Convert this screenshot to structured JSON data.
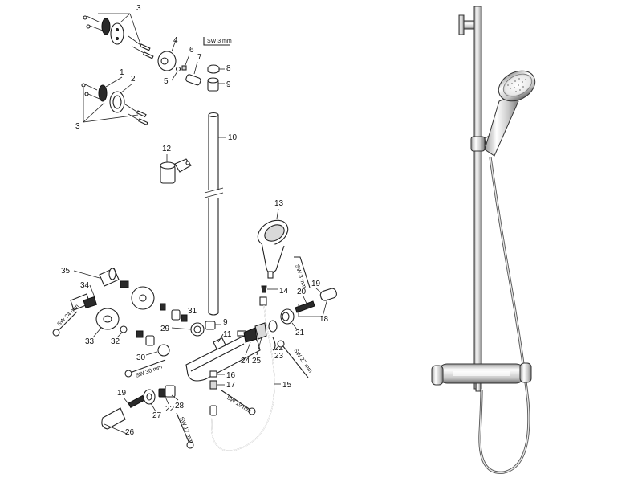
{
  "labels": {
    "l1": "1",
    "l2": "2",
    "l3a": "3",
    "l3b": "3",
    "l4": "4",
    "l5": "5",
    "l6": "6",
    "l7": "7",
    "l8": "8",
    "l9a": "9",
    "l9b": "9",
    "l10": "10",
    "l11": "11",
    "l12": "12",
    "l13": "13",
    "l14": "14",
    "l15": "15",
    "l16": "16",
    "l17": "17",
    "l18": "18",
    "l19a": "19",
    "l19b": "19",
    "l20": "20",
    "l21": "21",
    "l22": "22",
    "l23": "23",
    "l24": "24",
    "l25": "25",
    "l26": "26",
    "l27": "27",
    "l28": "28",
    "l29": "29",
    "l30": "30",
    "l31": "31",
    "l32": "32",
    "l33": "33",
    "l34": "34",
    "l35": "35"
  },
  "wrench_labels": {
    "sw3a": "SW 3 mm",
    "sw3b": "SW 3 mm",
    "sw24": "SW 24 mm",
    "sw30": "SW 30 mm",
    "sw27": "SW 27 mm",
    "sw19": "SW 19 mm",
    "sw17": "SW 17 mm"
  },
  "icons": [
    "wrench-icon",
    "allen-key-icon"
  ],
  "colors": {
    "line": "#222222",
    "chrome_light": "#f5f5f5",
    "chrome_dark": "#8a8a8a"
  }
}
